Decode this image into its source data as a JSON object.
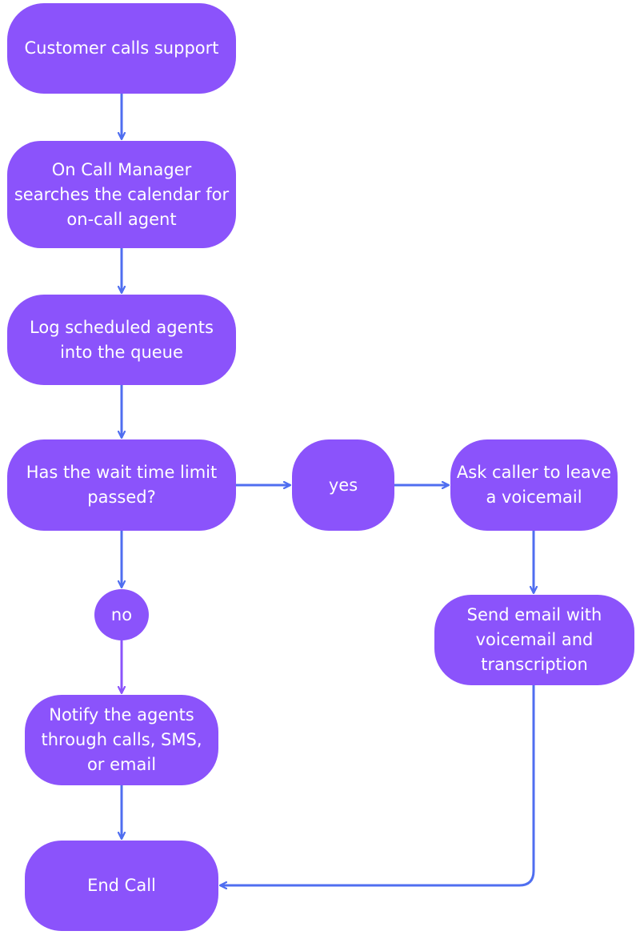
{
  "colors": {
    "node_fill": "#8b53fb",
    "node_text": "#ffffff",
    "arrow_blue": "#4f6ef0",
    "arrow_purple": "#8b53fb"
  },
  "nodes": {
    "customer_calls": "Customer calls support",
    "on_call_manager": "On Call Manager\nsearches the calendar for\non-call agent",
    "log_agents": "Log scheduled agents\ninto the queue",
    "wait_time_decision": "Has the wait time limit\npassed?",
    "yes_label": "yes",
    "ask_voicemail": "Ask caller to leave\na voicemail",
    "no_label": "no",
    "send_email": "Send email with\nvoicemail and\ntranscription",
    "notify_agents": "Notify the agents\nthrough calls, SMS,\nor email",
    "end_call": "End Call"
  }
}
